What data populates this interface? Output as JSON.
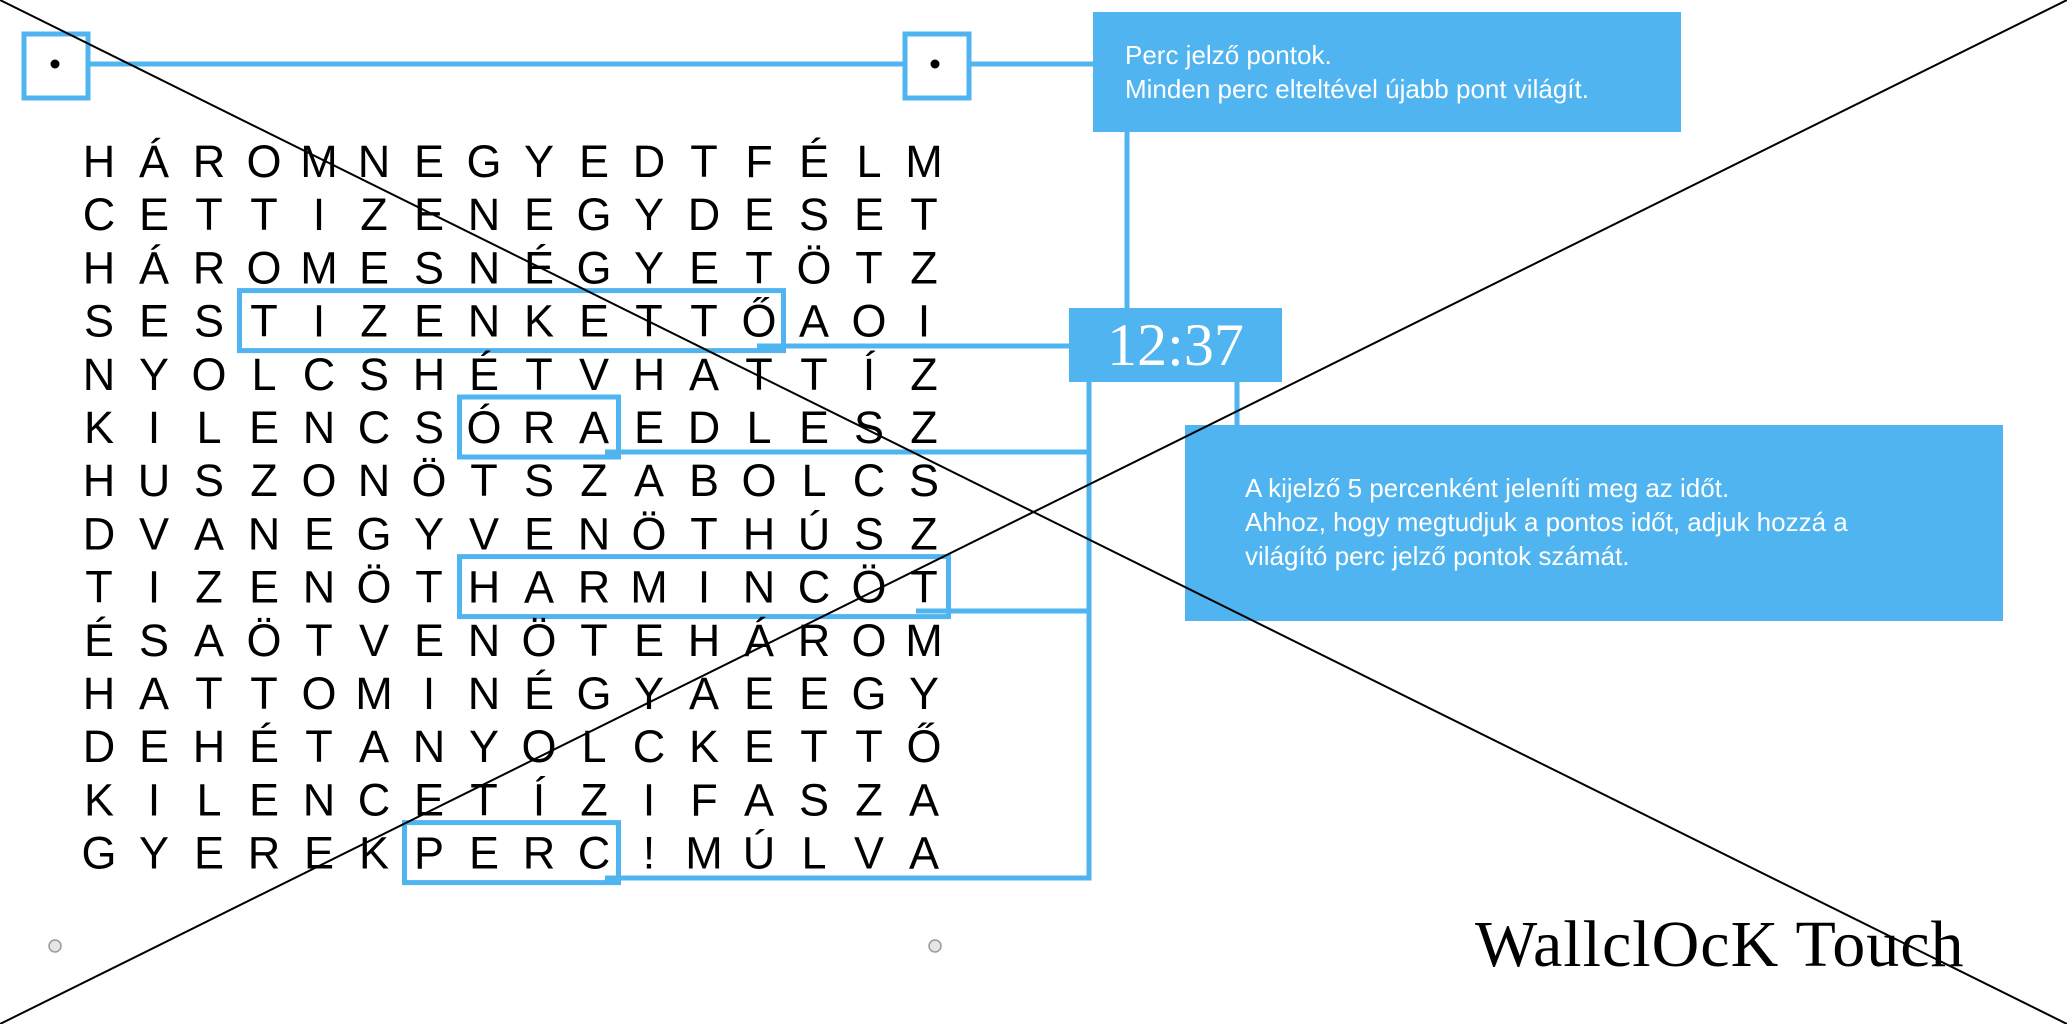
{
  "grid_rows": [
    "HÁROMNEGYEDTFÉLM",
    "CETTIZENEGYDESET",
    "HÁROMESNÉGYETÖTZ",
    "SESTIZENKETTŐAOI",
    "NYOLCSHÉTVHATTÍZ",
    "KILENCSÓRAEDLESZ",
    "HUSZONÖTSZABOLCS",
    "DVANEGYVENÖTHÚSZ",
    "TIZENÖTHARMINCÖT",
    "ÉSAÖTVENÖTEHÁROM",
    "HATTOMINÉGYAEEGY",
    "DEHÉTANYOLCKETTŐ",
    "KILENCETÍZIFASZA",
    "GYEREKPERC!MÚLVA"
  ],
  "highlights": [
    {
      "word": "TIZENKETTŐ",
      "row": 3,
      "start": 3,
      "length": 10
    },
    {
      "word": "ÓRA",
      "row": 5,
      "start": 7,
      "length": 3
    },
    {
      "word": "HARMINCÖT",
      "row": 8,
      "start": 7,
      "length": 9
    },
    {
      "word": "PERC",
      "row": 13,
      "start": 6,
      "length": 4
    }
  ],
  "callout_dots": {
    "line1": "Perc jelző pontok.",
    "line2": "Minden perc elteltével újabb pont világít."
  },
  "time_display": "12:37",
  "callout_info": {
    "line1": "A kijelző 5 percenként jeleníti meg az időt.",
    "line2": "Ahhoz, hogy megtudjuk a pontos időt, adjuk hozzá a",
    "line3": "világító perc jelző pontok számát."
  },
  "brand": "WallclOcK Touch",
  "colors": {
    "accent": "#4fb4ef",
    "text": "#000000",
    "background": "#ffffff",
    "corner_dot_off": "#999999"
  }
}
